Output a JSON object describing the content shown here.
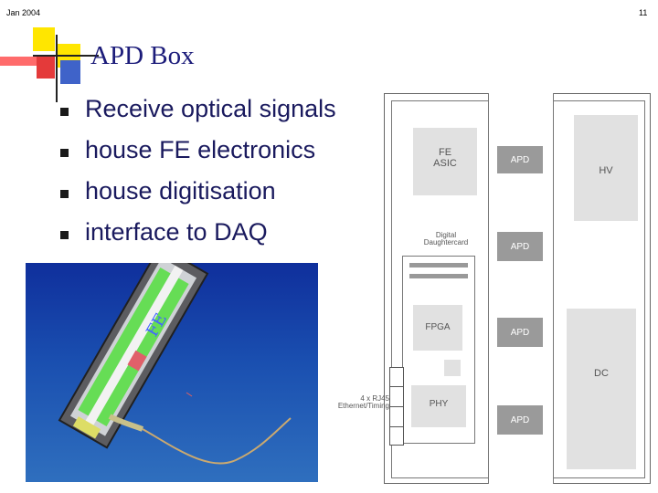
{
  "header": {
    "date": "Jan 2004",
    "page_number": "11"
  },
  "slide": {
    "title": "APD Box",
    "bullets": [
      "Receive optical signals",
      "house FE electronics",
      "house digitisation",
      "interface to DAQ"
    ]
  },
  "diagram": {
    "fe_asic": "FE\nASIC",
    "hv": "HV",
    "digital_daughtercard": "Digital\nDaughtercard",
    "fpga": "FPGA",
    "phy": "PHY",
    "dc": "DC",
    "apd_labels": [
      "APD",
      "APD",
      "APD",
      "APD"
    ],
    "rj45_label": "4 x RJ45\nEthernet/Timing"
  },
  "photo": {
    "lettering": "FE"
  },
  "colors": {
    "title": "#1c1c7a",
    "bullet_text": "#1a1a5e",
    "logo_yellow": "#ffe600",
    "logo_red": "#ff3b3b",
    "logo_blue": "#3858c8"
  }
}
